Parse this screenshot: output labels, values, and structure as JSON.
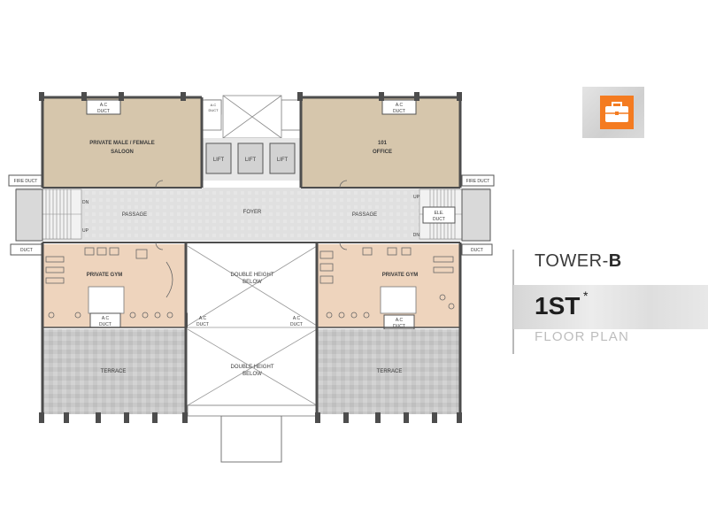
{
  "rooms": {
    "saloon": "PRIVATE MALE / FEMALE",
    "saloon_2": "SALOON",
    "office_no": "101",
    "office": "OFFICE",
    "lift": "LIFT",
    "passage": "PASSAGE",
    "foyer": "FOYER",
    "gym": "PRIVATE GYM",
    "double_height": "DOUBLE HEIGHT",
    "below": "BELOW",
    "terrace": "TERRACE",
    "fire_duct": "FIRE DUCT",
    "duct": "DUCT",
    "ac": "A.C",
    "ac_duct_line2": "DUCT",
    "ele": "ELE.",
    "ele_duct_line2": "DUCT",
    "up": "UP",
    "dn": "DN"
  },
  "legend": {
    "tower_prefix": "TOWER-",
    "tower_letter": "B",
    "floor_number": "1ST",
    "asterisk": "*",
    "floor_label": "FLOOR PLAN"
  },
  "icon": {
    "name": "briefcase-icon",
    "color": "#f47b20"
  },
  "colors": {
    "saloon_office": "#d6c6ac",
    "gym": "#eed4bd",
    "passage": "#e0e0e0",
    "terrace": "#c8c8c8",
    "wall": "#4d4d4d"
  }
}
